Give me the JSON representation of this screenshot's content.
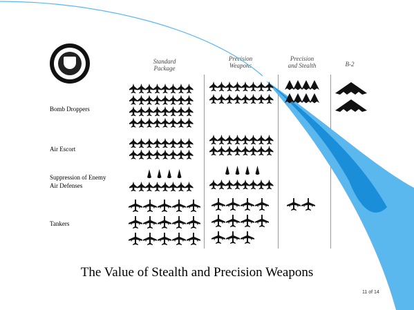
{
  "title": "The Value of Stealth and Precision Weapons",
  "page_number": "11 of 14",
  "columns": [
    {
      "key": "standard",
      "label_lines": [
        "Standard",
        "Package"
      ]
    },
    {
      "key": "precision",
      "label_lines": [
        "Precision",
        "Weapons"
      ]
    },
    {
      "key": "stealth",
      "label_lines": [
        "Precision",
        "and Stealth"
      ]
    },
    {
      "key": "b2",
      "label_lines": [
        "B-2"
      ]
    }
  ],
  "rows": [
    {
      "key": "bomb_droppers",
      "label_lines": [
        "Bomb Droppers"
      ]
    },
    {
      "key": "air_escort",
      "label_lines": [
        "Air Escort"
      ]
    },
    {
      "key": "sead",
      "label_lines": [
        "Suppression of Enemy",
        "Air Defenses"
      ]
    },
    {
      "key": "tankers",
      "label_lines": [
        "Tankers"
      ]
    }
  ],
  "aircraft_counts": {
    "standard": {
      "bomb_droppers": 32,
      "air_escort": 16,
      "sead_jammers": 4,
      "sead_fighters": 8,
      "tankers": 15
    },
    "precision": {
      "bomb_droppers": 16,
      "air_escort": 16,
      "sead_jammers": 4,
      "sead_fighters": 8,
      "tankers": 11
    },
    "stealth": {
      "bomb_droppers": 8,
      "air_escort": 0,
      "sead_jammers": 0,
      "sead_fighters": 0,
      "tankers": 2
    },
    "b2": {
      "bomb_droppers": 2,
      "air_escort": 0,
      "sead_jammers": 0,
      "sead_fighters": 0,
      "tankers": 0
    }
  },
  "colors": {
    "accent_blue": "#5bb8ee",
    "accent_blue_dark": "#1a8ed8",
    "aircraft": "#111111"
  }
}
